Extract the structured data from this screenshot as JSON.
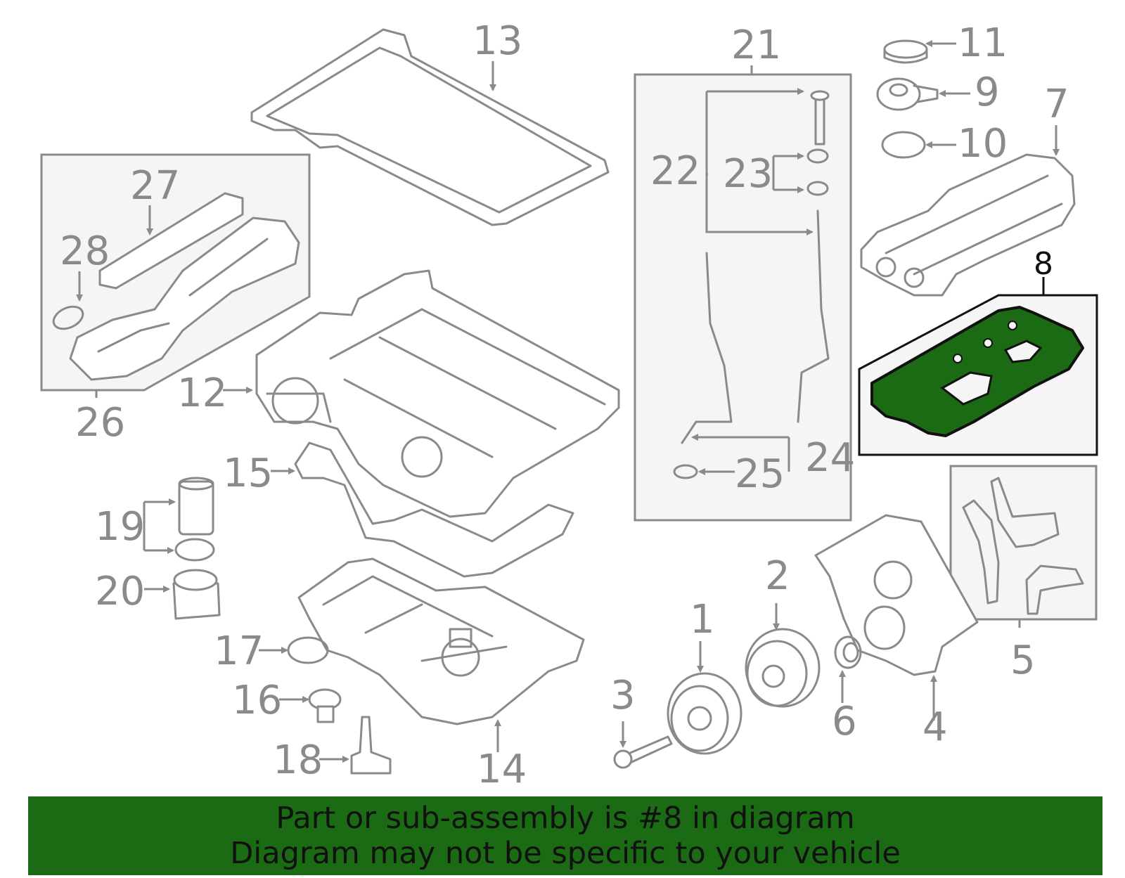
{
  "highlight": {
    "part_number": "8",
    "color": "#1b6b14",
    "box_border": "#111111"
  },
  "labels": {
    "l1": "1",
    "l2": "2",
    "l3": "3",
    "l4": "4",
    "l5": "5",
    "l6": "6",
    "l7": "7",
    "l8": "8",
    "l9": "9",
    "l10": "10",
    "l11": "11",
    "l12": "12",
    "l13": "13",
    "l14": "14",
    "l15": "15",
    "l16": "16",
    "l17": "17",
    "l18": "18",
    "l19": "19",
    "l20": "20",
    "l21": "21",
    "l22": "22",
    "l23": "23",
    "l24": "24",
    "l25": "25",
    "l26": "26",
    "l27": "27",
    "l28": "28"
  },
  "banner": {
    "line1": "Part or sub-assembly is #8 in diagram",
    "line2": "Diagram may not be specific to your vehicle",
    "color": "#1b6b14"
  }
}
